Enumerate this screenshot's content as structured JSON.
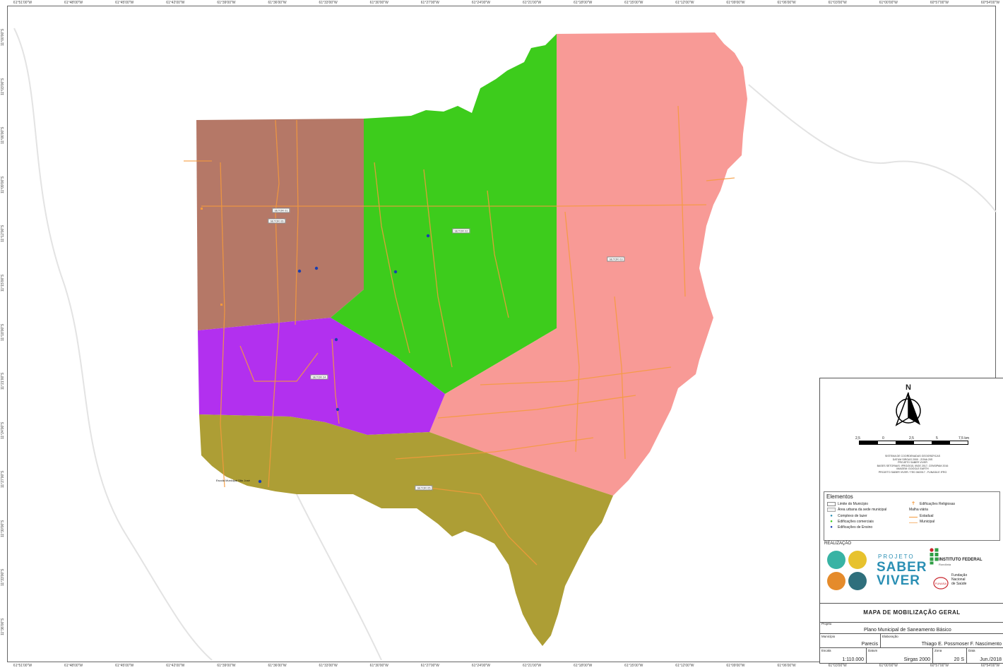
{
  "axis": {
    "top_ticks": [
      "61°51'00\"W",
      "61°48'00\"W",
      "61°45'00\"W",
      "61°42'00\"W",
      "61°39'00\"W",
      "61°36'00\"W",
      "61°33'00\"W",
      "61°30'00\"W",
      "61°27'00\"W",
      "61°24'00\"W",
      "61°21'00\"W",
      "61°18'00\"W",
      "61°15'00\"W",
      "61°12'00\"W",
      "61°09'00\"W",
      "61°06'00\"W",
      "61°03'00\"W",
      "61°00'00\"W",
      "60°57'00\"W",
      "60°54'00\"W"
    ],
    "bottom_ticks": [
      "61°51'00\"W",
      "61°48'00\"W",
      "61°45'00\"W",
      "61°42'00\"W",
      "61°39'00\"W",
      "61°36'00\"W",
      "61°33'00\"W",
      "61°30'00\"W",
      "61°27'00\"W",
      "61°24'00\"W",
      "61°21'00\"W",
      "61°18'00\"W",
      "61°15'00\"W",
      "61°12'00\"W",
      "61°09'00\"W",
      "61°06'00\"W",
      "61°03'00\"W",
      "61°00'00\"W",
      "60°57'00\"W",
      "60°54'00\"W"
    ],
    "left_ticks": [
      "11°00'00\"S",
      "11°03'00\"S",
      "11°06'00\"S",
      "11°09'00\"S",
      "11°12'00\"S",
      "11°15'00\"S",
      "11°18'00\"S",
      "11°21'00\"S",
      "11°24'00\"S",
      "11°27'00\"S",
      "11°30'00\"S",
      "11°33'00\"S",
      "11°36'00\"S"
    ]
  },
  "zones": {
    "labels": [
      "SETOR 01",
      "SETOR 02",
      "SETOR 03",
      "SETOR 04",
      "SETOR 05",
      "SETOR 06"
    ],
    "colors": {
      "brown": "#b57867",
      "green": "#3dcc1c",
      "pink": "#f89a96",
      "purple": "#b230ef",
      "olive": "#ad9e35",
      "road": "#f59a3c",
      "school": "#1a3fb0"
    }
  },
  "places": {
    "school_1": "Escola Municipal São José"
  },
  "legend": {
    "crs_lines": [
      "SISTEMA DE COORDENADAS GEOGRÁFICAS",
      "DATUM SIRGAS 2000 - ZONA 20S",
      "PROJETO SABER VIVER",
      "BASES SETORIAIS: IFRO/2015, IBGE 2017, CENSIPAM 2016",
      "IMAGEM: GOOGLE EARTH",
      "PROJETO SABER VIVER / TED 08/2017 - FUNASA E IFRO"
    ],
    "scale_labels": [
      "2,5",
      "0",
      "2,5",
      "5",
      "7,5 km"
    ],
    "north": "N",
    "title": "Elementos",
    "items": {
      "limite": "Limite do Município",
      "area_urbana": "Área urbana da sede municipal",
      "lazer": "Complexo de lazer",
      "comerciais": "Edificações comerciais",
      "ensino": "Edificações de Ensino",
      "religiosas": "Edificações Religiosas",
      "malha": "Malha viária",
      "estadual": "Estadual",
      "municipal": "Municipal"
    }
  },
  "credits": {
    "realizacao": "REALIZAÇÃO",
    "projeto": "PROJETO",
    "saber": "SABER",
    "viver": "VIVER",
    "if_name": "INSTITUTO FEDERAL",
    "if_sub": "Rondônia",
    "funasa": [
      "Fundação",
      "Nacional",
      "de Saúde"
    ],
    "funasa_mark": "FUNASA"
  },
  "titleblock": {
    "map_title": "MAPA DE MOBILIZAÇÃO GERAL",
    "projeto_label": "Projeto",
    "projeto_value": "Plano Municipal de Saneamento Básico",
    "municipio_label": "Município",
    "municipio_value": "Parecis",
    "elaboracao_label": "Elaboração",
    "elaboracao_value": "Thiago E. Possmoser F. Nascimento",
    "escala_label": "Escala",
    "escala_value": "1:110.000",
    "datum_label": "Datum",
    "datum_value": "Sirgas 2000",
    "zona_label": "Zona",
    "zona_value": "20 S",
    "data_label": "Data",
    "data_value": "Jun./2018"
  }
}
